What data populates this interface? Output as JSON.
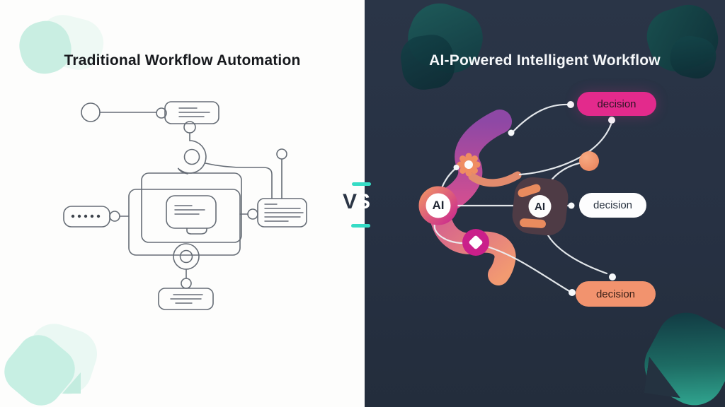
{
  "left_panel": {
    "title": "Traditional Workflow Automation"
  },
  "divider": {
    "vs_v": "V",
    "vs_s": "S"
  },
  "right_panel": {
    "title": "AI-Powered Intelligent Workflow",
    "ai_label_primary": "AI",
    "ai_label_secondary": "AI",
    "decision_top": "decision",
    "decision_middle": "decision",
    "decision_bottom": "decision"
  },
  "icons": {
    "gear": "gear-icon",
    "diamond": "diamond-icon"
  },
  "colors": {
    "dark_background": "#273143",
    "accent_teal": "#36dcc5",
    "decision_pink": "#e32a8c",
    "decision_orange": "#f2936e",
    "band_purple": "#9a4ba2",
    "band_salmon": "#ef916c",
    "flowchart_stroke": "#666d76",
    "mint_blob": "#c9eee2"
  }
}
